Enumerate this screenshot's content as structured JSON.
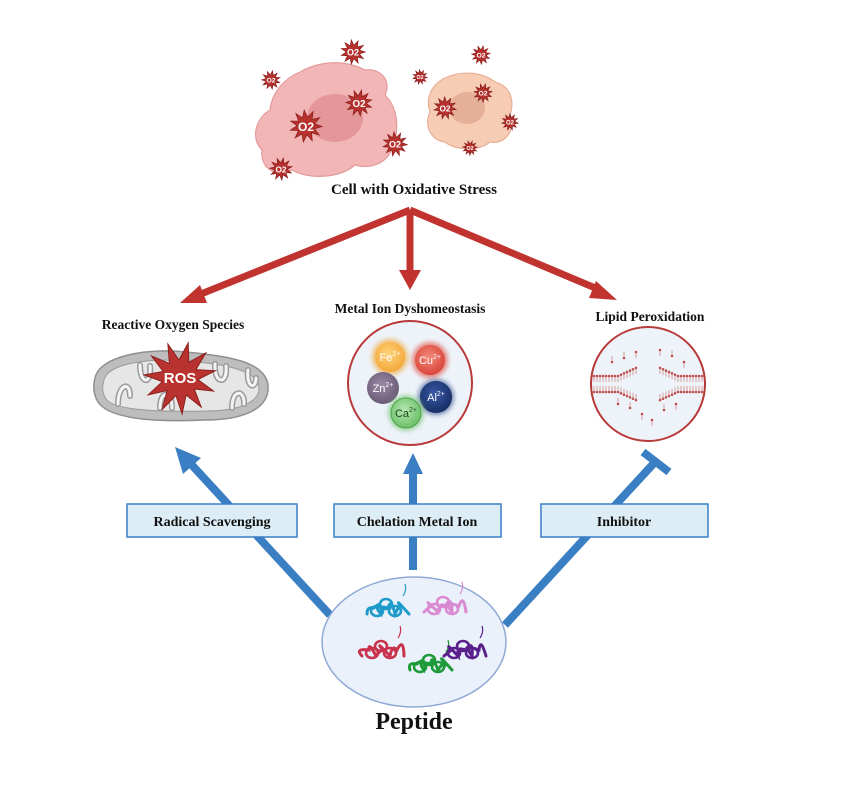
{
  "title": "Cell with Oxidative Stress",
  "colors": {
    "stress_arrow": "#c0332f",
    "peptide_arrow": "#3a7fc3",
    "box_fill": "#dcedf5",
    "box_stroke": "#3a7fc3",
    "circle_stroke": "#b83a3a",
    "circle_fill": "#eef3fa",
    "star_fill": "#b8332f"
  },
  "stress_labels": {
    "ros": "Reactive Oxygen Species",
    "metal": "Metal Ion Dyshomeostasis",
    "lipid": "Lipid Peroxidation"
  },
  "ros_badge": "ROS",
  "superoxide_label": "O2",
  "metal_ions": [
    {
      "symbol": "Fe",
      "charge": "2+",
      "color": "#f2a93b"
    },
    {
      "symbol": "Cu",
      "charge": "2+",
      "color": "#e0584a"
    },
    {
      "symbol": "Zn",
      "charge": "2+",
      "color": "#7a6a86"
    },
    {
      "symbol": "Al",
      "charge": "2+",
      "color": "#1f3a7a"
    },
    {
      "symbol": "Ca",
      "charge": "2+",
      "color": "#7cc77a"
    }
  ],
  "mechanisms": {
    "radical": "Radical Scavenging",
    "chelation": "Chelation Metal Ion",
    "inhibitor": "Inhibitor"
  },
  "peptide_label": "Peptide",
  "peptide_colors": [
    "#1e9bc8",
    "#d98ad2",
    "#c8324a",
    "#1f9a3a",
    "#5a1f8a"
  ]
}
